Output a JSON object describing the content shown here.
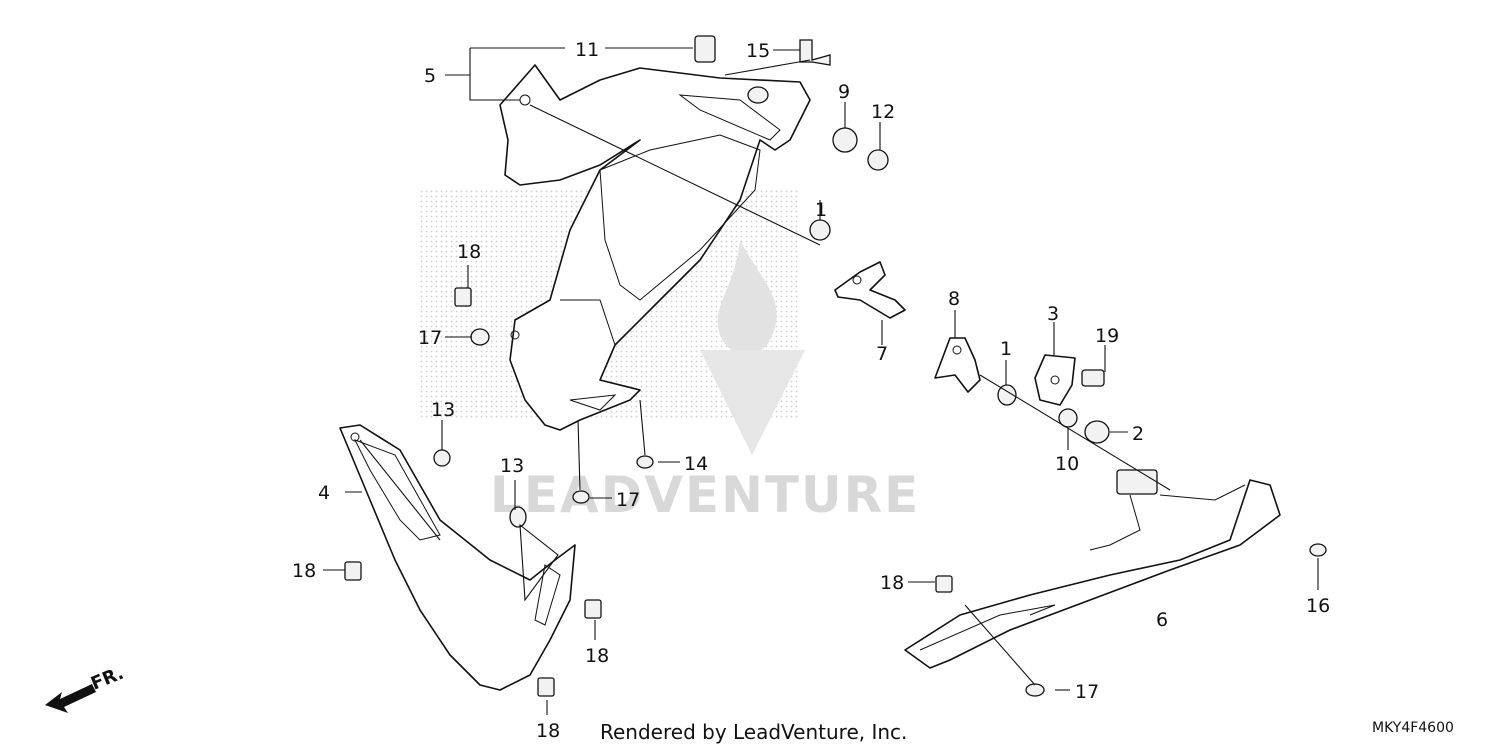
{
  "diagram": {
    "callouts": [
      {
        "id": "c11",
        "label": "11"
      },
      {
        "id": "c5",
        "label": "5"
      },
      {
        "id": "c15",
        "label": "15"
      },
      {
        "id": "c9",
        "label": "9"
      },
      {
        "id": "c12",
        "label": "12"
      },
      {
        "id": "c1a",
        "label": "1"
      },
      {
        "id": "c18a",
        "label": "18"
      },
      {
        "id": "c17a",
        "label": "17"
      },
      {
        "id": "c7",
        "label": "7"
      },
      {
        "id": "c8",
        "label": "8"
      },
      {
        "id": "c3",
        "label": "3"
      },
      {
        "id": "c19",
        "label": "19"
      },
      {
        "id": "c1b",
        "label": "1"
      },
      {
        "id": "c13a",
        "label": "13"
      },
      {
        "id": "c2",
        "label": "2"
      },
      {
        "id": "c10",
        "label": "10"
      },
      {
        "id": "c14",
        "label": "14"
      },
      {
        "id": "c4",
        "label": "4"
      },
      {
        "id": "c13b",
        "label": "13"
      },
      {
        "id": "c17b",
        "label": "17"
      },
      {
        "id": "c18b",
        "label": "18"
      },
      {
        "id": "c18c",
        "label": "18"
      },
      {
        "id": "c16",
        "label": "16"
      },
      {
        "id": "c6",
        "label": "6"
      },
      {
        "id": "c18d",
        "label": "18"
      },
      {
        "id": "c18e",
        "label": "18"
      },
      {
        "id": "c17c",
        "label": "17"
      }
    ],
    "direction_label": "FR.",
    "credit": "Rendered by LeadVenture, Inc.",
    "diagram_code": "MKY4F4600",
    "watermark": "LEADVENTURE"
  }
}
